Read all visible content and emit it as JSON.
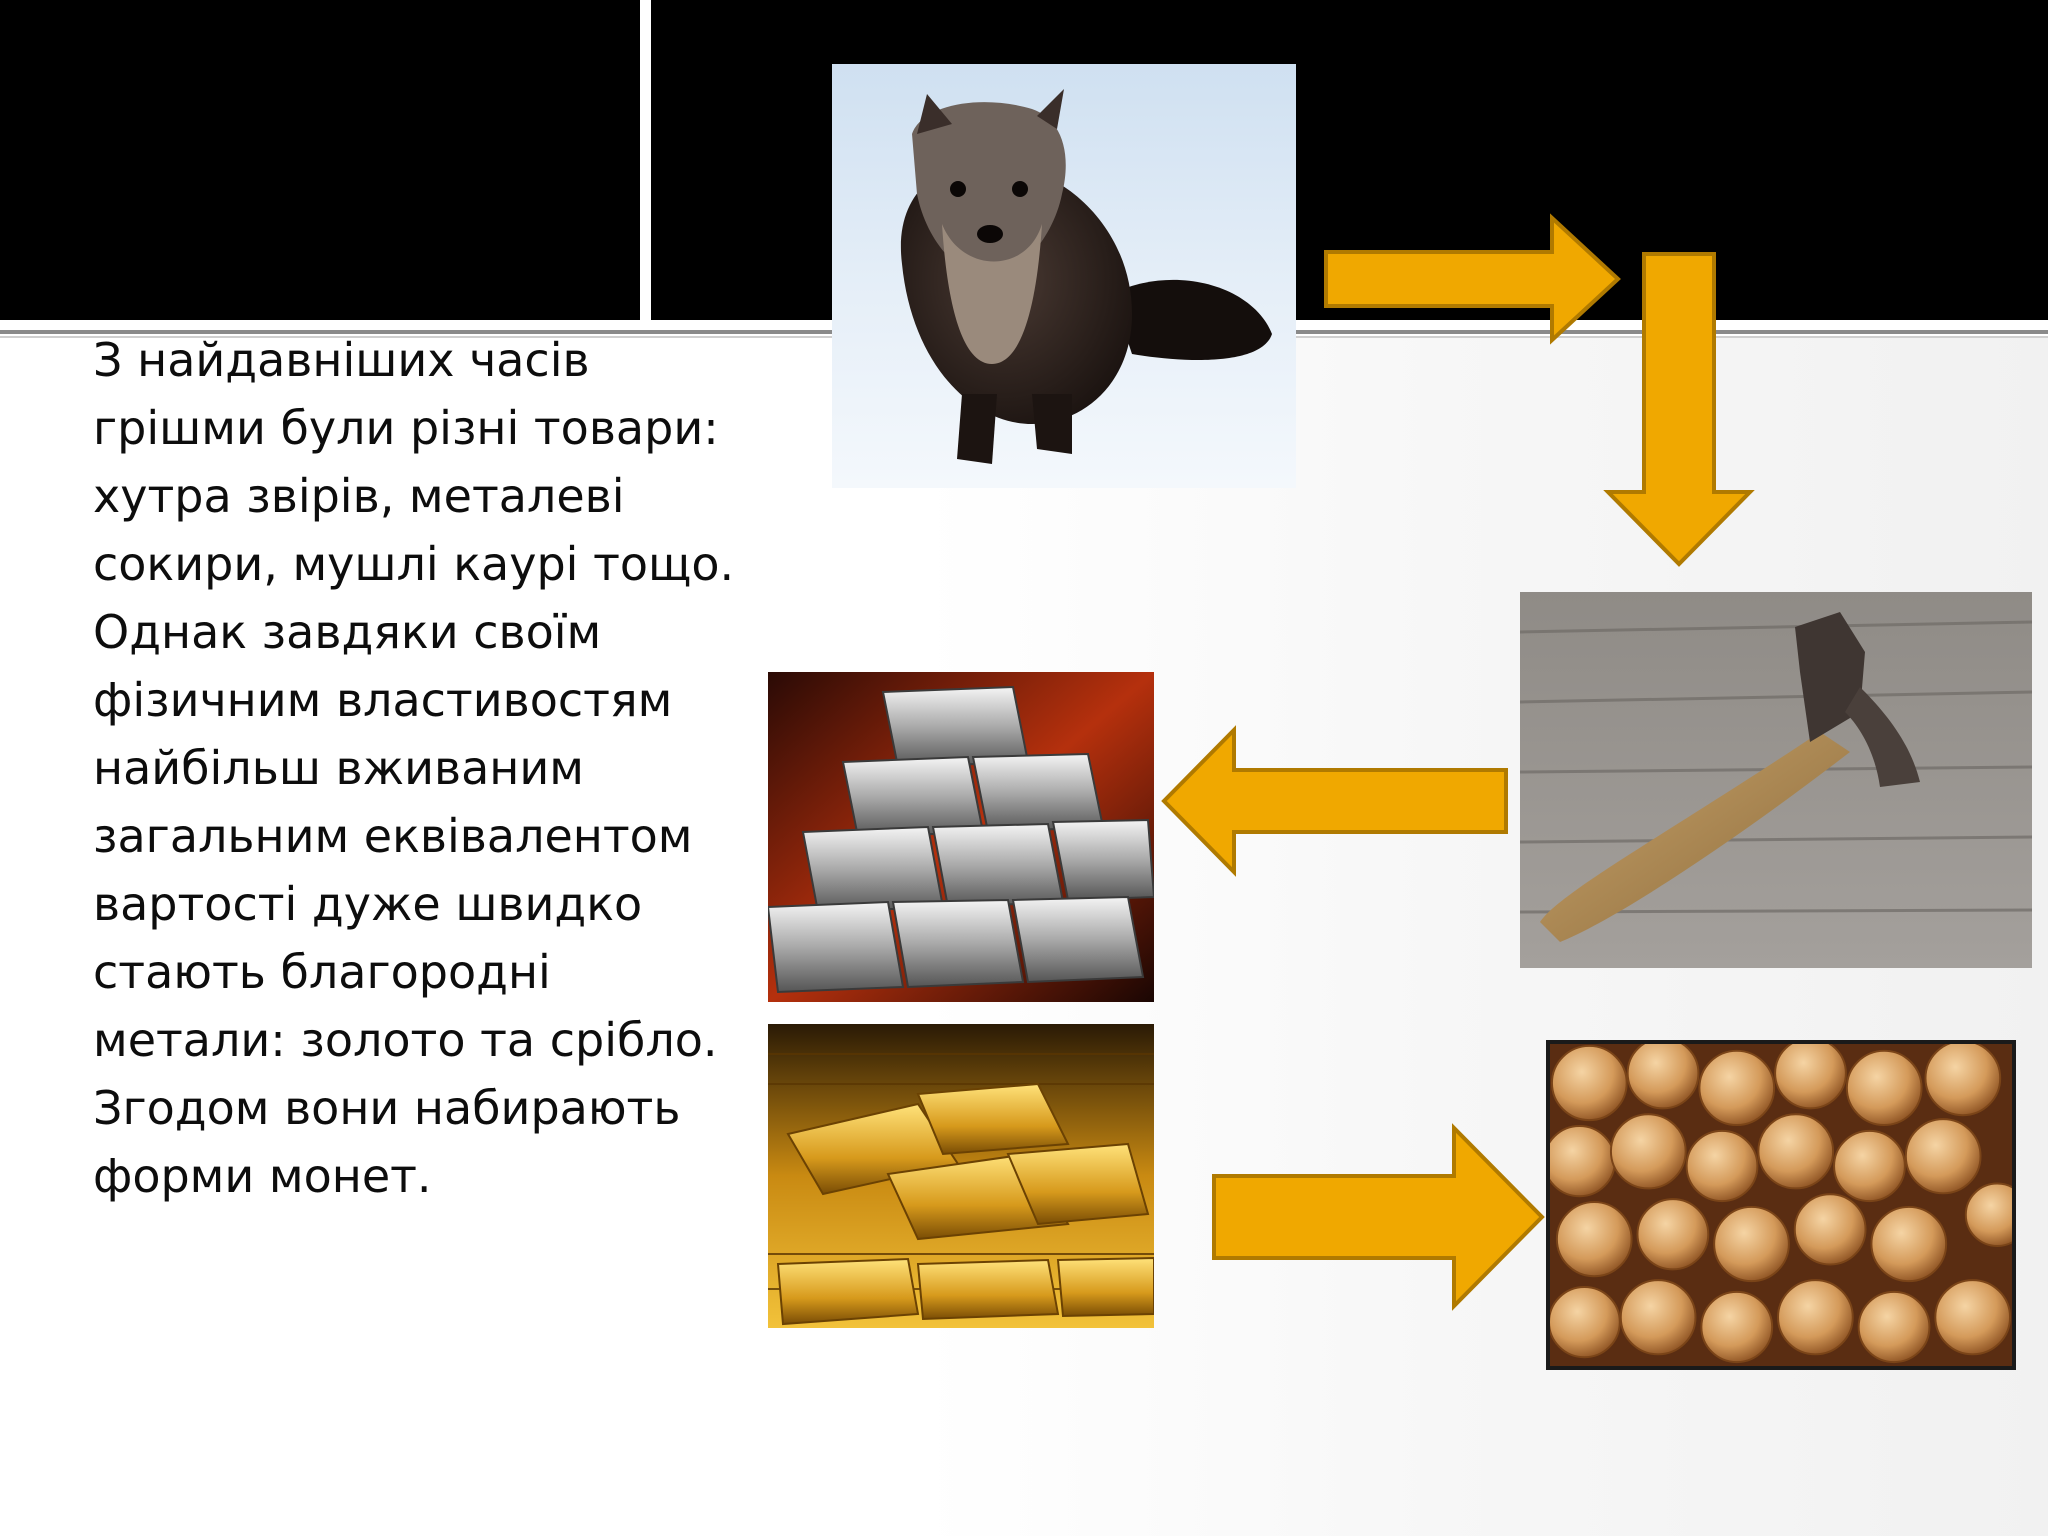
{
  "slide": {
    "body_text": "З найдавніших часів\nгрішми були різні товари:\nхутра звірів, металеві\nсокири, мушлі каурі тощо.\nОднак завдяки своїм\nфізичним властивостям\nнайбільш вживаним\nзагальним еквівалентом\nвартості дуже швидко\nстають благородні\nметали: золото та срібло.\nЗгодом вони набирають\nформи монет."
  },
  "images": [
    {
      "name": "marten-photo",
      "subject": "marten on snow"
    },
    {
      "name": "axe-photo",
      "subject": "old axe on wooden boards"
    },
    {
      "name": "silver-bars-photo",
      "subject": "stack of silver ingots"
    },
    {
      "name": "gold-bars-photo",
      "subject": "gold ingots"
    },
    {
      "name": "coins-photo",
      "subject": "pile of gold coins"
    }
  ],
  "colors": {
    "arrow_fill": "#f0a800",
    "arrow_stroke": "#b07a00",
    "header": "#000000"
  }
}
